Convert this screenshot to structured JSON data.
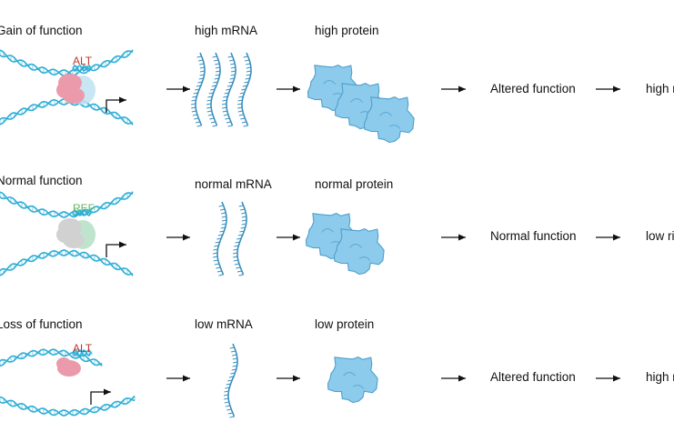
{
  "colors": {
    "dna": "#2eaed6",
    "mrna": "#3a8fbf",
    "protein_fill": "#8ccbec",
    "protein_stroke": "#4f9fcc",
    "alt_tag": "#c0392b",
    "ref_tag": "#5cb85c",
    "factor_pink": "#eb9aab",
    "factor_blue": "#bfe2f1",
    "factor_grey": "#c9c9c9",
    "factor_green": "#a6d9bc",
    "arrow": "#111111"
  },
  "rows": [
    {
      "title": "Gain of function",
      "variant": "ALT",
      "mrna_label": "high mRNA",
      "protein_label": "high protein",
      "mrna_count": 4,
      "protein_count": 3,
      "outcome": "Altered function",
      "risk": "high risk"
    },
    {
      "title": "Normal function",
      "variant": "REF",
      "mrna_label": "normal mRNA",
      "protein_label": "normal protein",
      "mrna_count": 2,
      "protein_count": 2,
      "outcome": "Normal function",
      "risk": "low risk"
    },
    {
      "title": "Loss of function",
      "variant": "ALT",
      "mrna_label": "low mRNA",
      "protein_label": "low protein",
      "mrna_count": 1,
      "protein_count": 1,
      "outcome": "Altered function",
      "risk": "high risk"
    }
  ]
}
